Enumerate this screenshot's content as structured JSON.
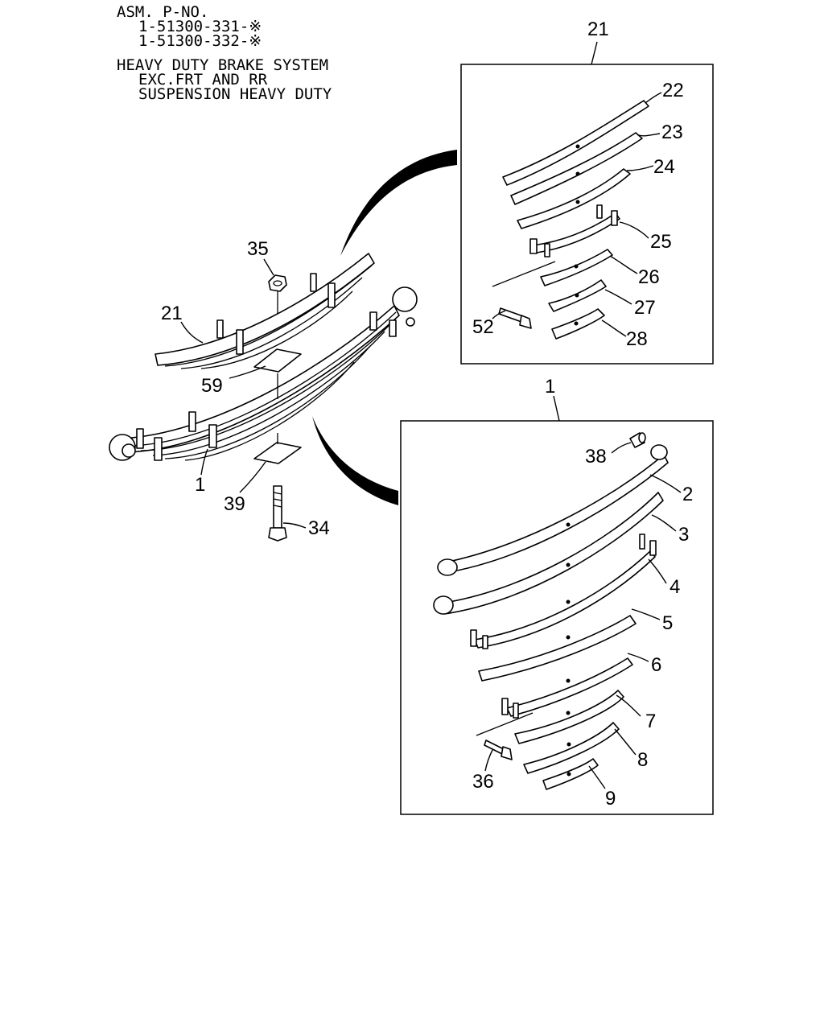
{
  "header": {
    "asm_label": "ASM. P-NO.",
    "part_numbers": [
      "1-51300-331-※",
      "1-51300-332-※"
    ],
    "description_lines": [
      "HEAVY DUTY BRAKE SYSTEM",
      "EXC.FRT AND RR",
      "SUSPENSION HEAVY DUTY"
    ]
  },
  "callouts": {
    "main": [
      "35",
      "21",
      "59",
      "1",
      "39",
      "34"
    ],
    "detail_21": {
      "title": "21",
      "items": [
        "22",
        "23",
        "24",
        "25",
        "26",
        "27",
        "28",
        "52"
      ]
    },
    "detail_1": {
      "title": "1",
      "items": [
        "38",
        "2",
        "3",
        "4",
        "5",
        "6",
        "7",
        "8",
        "9",
        "36"
      ]
    }
  }
}
